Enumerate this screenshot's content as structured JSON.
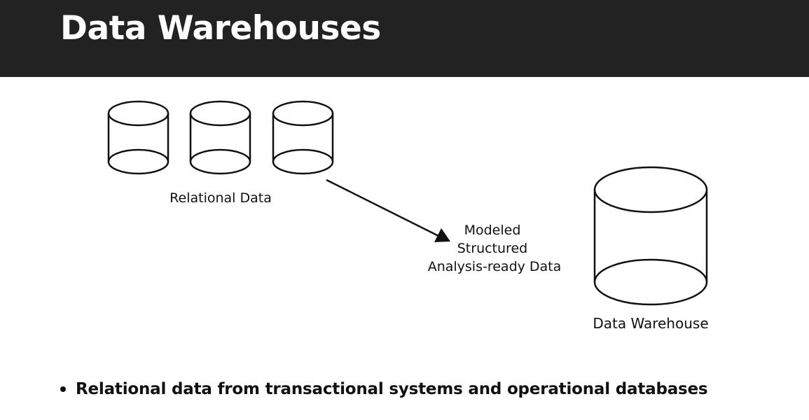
{
  "header": {
    "title": "Data Warehouses",
    "background": "#222222"
  },
  "diagram": {
    "source_label": "Relational Data",
    "transform_label": [
      "Modeled",
      "Structured",
      "Analysis-ready Data"
    ],
    "target_label": "Data Warehouse",
    "source_icons": [
      "database-cylinder-icon",
      "database-cylinder-icon",
      "database-cylinder-icon"
    ],
    "target_icon": "database-cylinder-icon",
    "arrow_icon": "arrow-right-down-icon"
  },
  "bullets": [
    "Relational data from transactional systems and operational databases"
  ]
}
